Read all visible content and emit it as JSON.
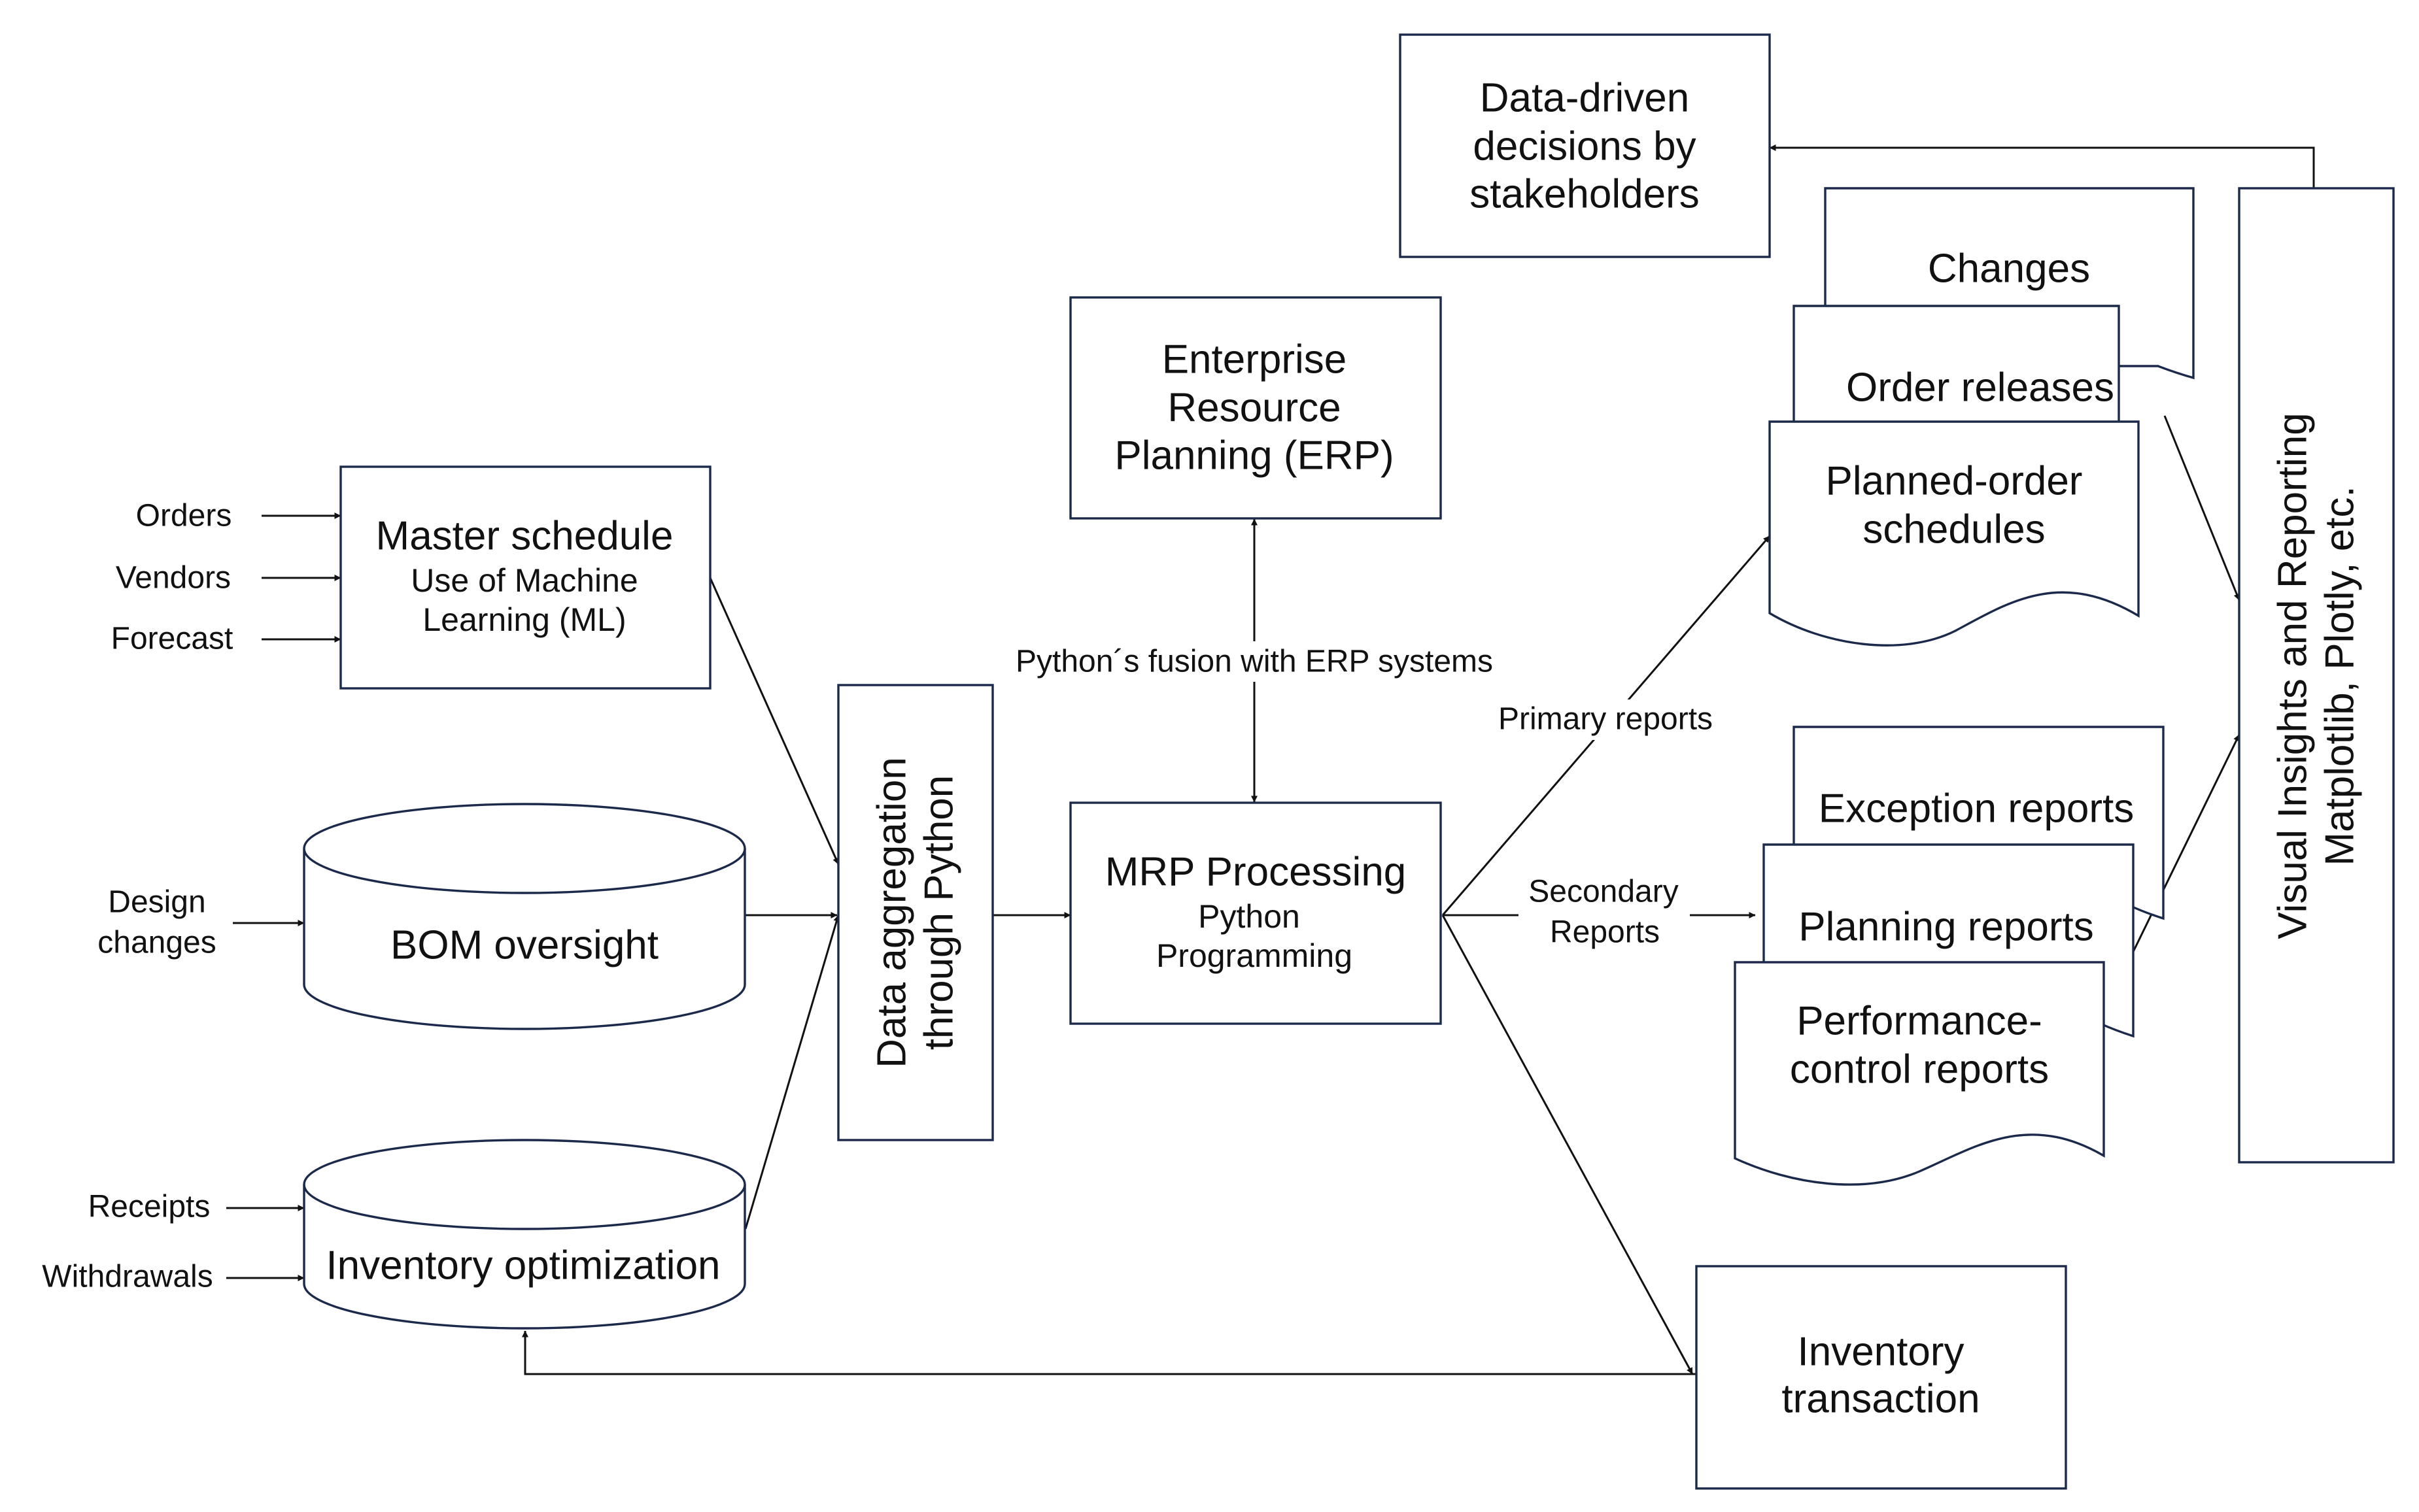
{
  "diagram": {
    "inputs": {
      "orders": "Orders",
      "vendors": "Vendors",
      "forecast": "Forecast",
      "design_changes_line1": "Design",
      "design_changes_line2": "changes",
      "receipts": "Receipts",
      "withdrawals": "Withdrawals"
    },
    "master_schedule": {
      "title": "Master schedule",
      "line1": "Use of Machine",
      "line2": "Learning (ML)"
    },
    "bom_oversight": "BOM oversight",
    "inventory_optimization": "Inventory optimization",
    "data_aggregation": {
      "line1": "Data aggregation",
      "line2": "through Python"
    },
    "mrp_processing": {
      "title": "MRP Processing",
      "line1": "Python",
      "line2": "Programming"
    },
    "erp": {
      "line1": "Enterprise",
      "line2": "Resource",
      "line3": "Planning (ERP)"
    },
    "erp_fusion_label": "Python´s fusion with ERP systems",
    "primary_reports_label": "Primary reports",
    "secondary_reports_label": {
      "line1": "Secondary",
      "line2": "Reports"
    },
    "primary_outputs": {
      "changes": "Changes",
      "order_releases": "Order releases",
      "planned_order_line1": "Planned-order",
      "planned_order_line2": "schedules"
    },
    "secondary_outputs": {
      "exception_reports": "Exception reports",
      "planning_reports": "Planning reports",
      "performance_line1": "Performance-",
      "performance_line2": "control reports"
    },
    "inventory_transaction": {
      "line1": "Inventory",
      "line2": "transaction"
    },
    "visual_insights": {
      "line1": "Visual Insights and Reporting",
      "line2": "Matplotlib, Plotly, etc."
    },
    "data_driven": {
      "line1": "Data-driven",
      "line2": "decisions by",
      "line3": "stakeholders"
    }
  }
}
